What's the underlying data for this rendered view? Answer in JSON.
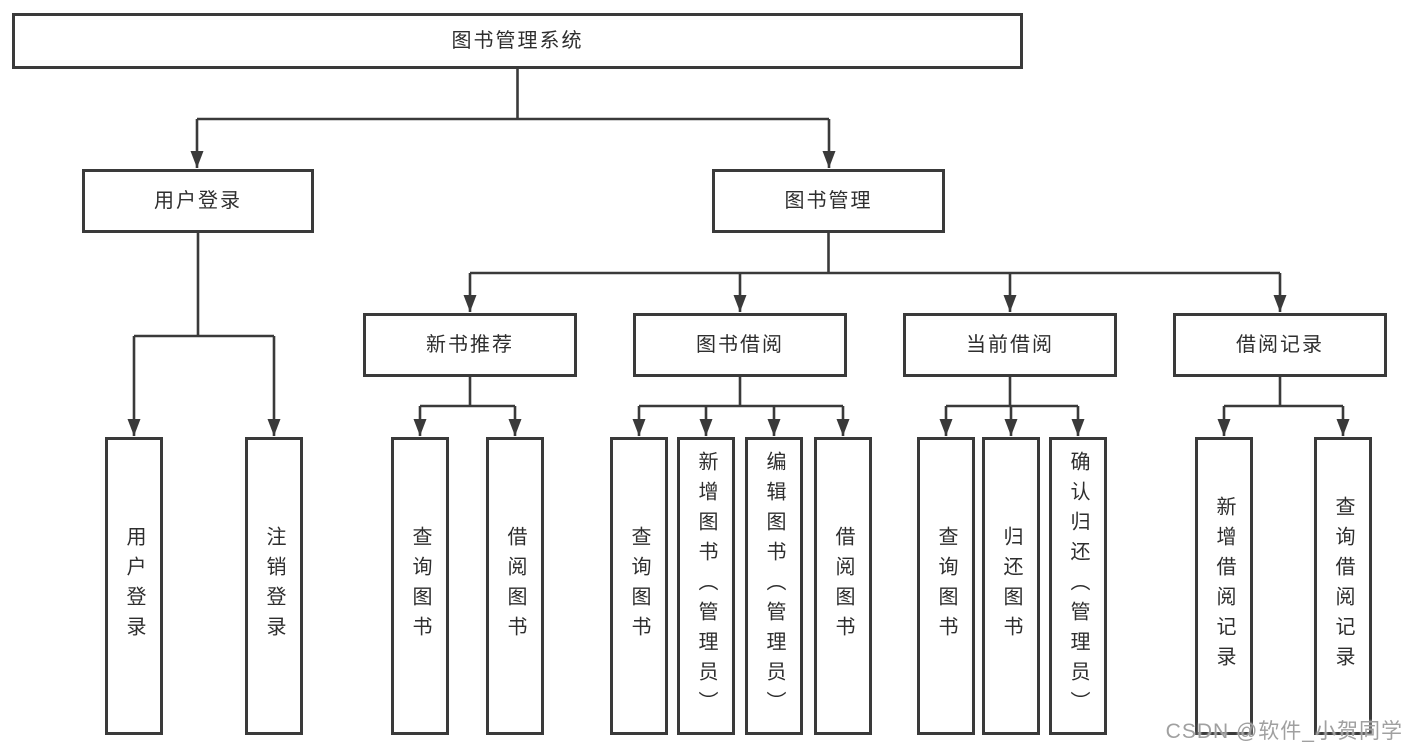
{
  "title": "图书管理系统",
  "watermark": "CSDN @软件_小贺同学",
  "colors": {
    "line": "#3a3a3a",
    "box_border": "#3a3a3a",
    "text": "#2e2e2e",
    "watermark": "#a0a0a0",
    "background": "#ffffff"
  },
  "tree": {
    "root": {
      "label": "图书管理系统"
    },
    "branches": [
      {
        "label": "用户登录",
        "children": [
          "用户登录",
          "注销登录"
        ]
      },
      {
        "label": "图书管理",
        "children": [
          {
            "label": "新书推荐",
            "children": [
              "查询图书",
              "借阅图书"
            ]
          },
          {
            "label": "图书借阅",
            "children": [
              "查询图书",
              "新增图书（管理员）",
              "编辑图书（管理员）",
              "借阅图书"
            ]
          },
          {
            "label": "当前借阅",
            "children": [
              "查询图书",
              "归还图书",
              "确认归还（管理员）"
            ]
          },
          {
            "label": "借阅记录",
            "children": [
              "新增借阅记录",
              "查询借阅记录"
            ]
          }
        ]
      }
    ]
  }
}
